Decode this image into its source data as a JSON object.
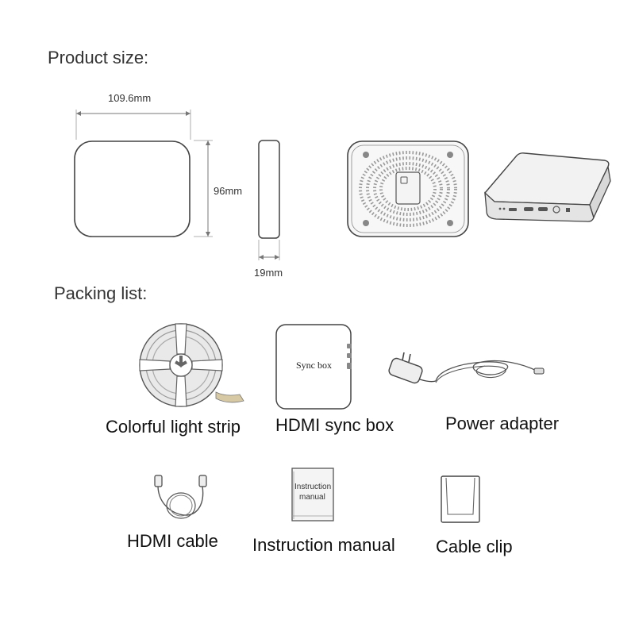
{
  "sections": {
    "product_size_heading": "Product size:",
    "packing_list_heading": "Packing list:"
  },
  "dimensions": {
    "width": "109.6mm",
    "height": "96mm",
    "depth": "19mm"
  },
  "items": [
    {
      "label": "Colorful light strip",
      "icon": "light-strip-reel-icon"
    },
    {
      "label": "HDMI sync box",
      "icon": "sync-box-icon",
      "print": "Sync box"
    },
    {
      "label": "Power adapter",
      "icon": "power-adapter-icon"
    },
    {
      "label": "HDMI cable",
      "icon": "hdmi-cable-icon"
    },
    {
      "label": "Instruction manual",
      "icon": "instruction-manual-icon",
      "print_line1": "Instruction",
      "print_line2": "manual"
    },
    {
      "label": "Cable clip",
      "icon": "cable-clip-icon"
    }
  ]
}
